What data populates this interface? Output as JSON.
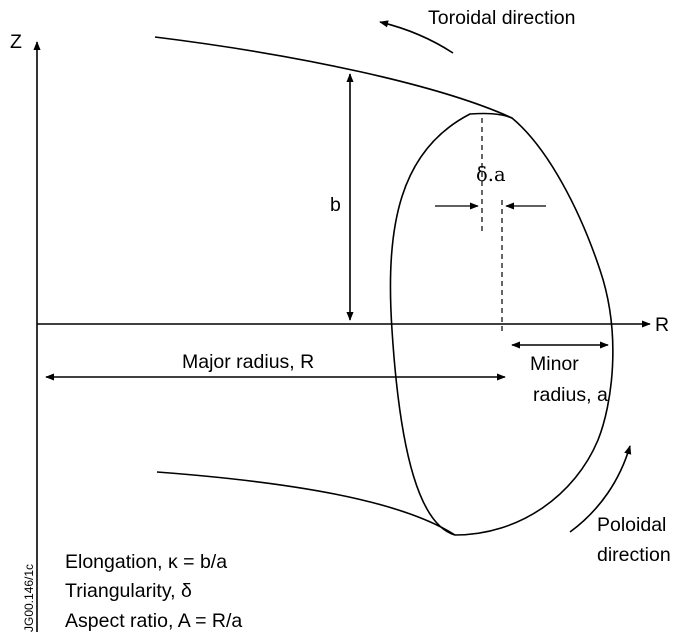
{
  "labels": {
    "toroidal": "Toroidal direction",
    "z_axis": "Z",
    "r_axis": "R",
    "b": "b",
    "delta_a": "δ.a",
    "major_radius": "Major radius, R",
    "minor_line1": "Minor",
    "minor_line2": "radius, a",
    "poloidal_line1": "Poloidal",
    "poloidal_line2": "direction",
    "elongation": "Elongation, κ = b/a",
    "triangularity": "Triangularity, δ",
    "aspect_ratio": "Aspect ratio, A = R/a",
    "figure_id": "JG00.146/1c"
  },
  "colors": {
    "ink": "#000000",
    "background": "#ffffff"
  }
}
